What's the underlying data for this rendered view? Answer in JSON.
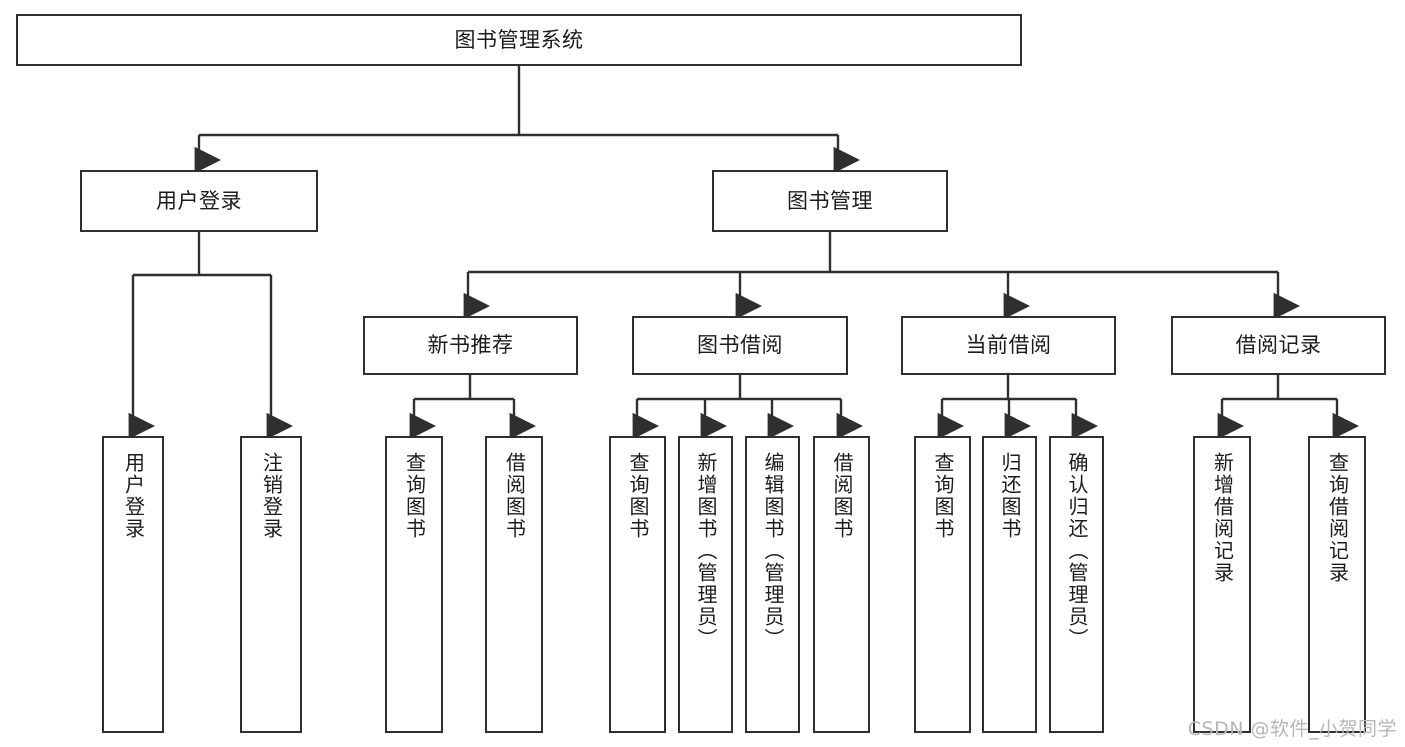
{
  "diagram": {
    "title_node": {
      "id": "root",
      "label": "图书管理系统"
    },
    "level2": [
      {
        "id": "user-login",
        "label": "用户登录"
      },
      {
        "id": "book-management",
        "label": "图书管理"
      }
    ],
    "level3": [
      {
        "id": "new-book-recommend",
        "label": "新书推荐"
      },
      {
        "id": "book-borrow",
        "label": "图书借阅"
      },
      {
        "id": "current-borrow",
        "label": "当前借阅"
      },
      {
        "id": "borrow-record",
        "label": "借阅记录"
      }
    ],
    "leaves": [
      {
        "id": "leaf-user-login",
        "parent": "user-login",
        "label": "用户登录"
      },
      {
        "id": "leaf-logout-login",
        "parent": "user-login",
        "label": "注销登录"
      },
      {
        "id": "leaf-query-book-1",
        "parent": "new-book-recommend",
        "label": "查询图书"
      },
      {
        "id": "leaf-borrow-book-1",
        "parent": "new-book-recommend",
        "label": "借阅图书"
      },
      {
        "id": "leaf-query-book-2",
        "parent": "book-borrow",
        "label": "查询图书"
      },
      {
        "id": "leaf-add-book-admin",
        "parent": "book-borrow",
        "label": "新增图书（管理员）"
      },
      {
        "id": "leaf-edit-book-admin",
        "parent": "book-borrow",
        "label": "编辑图书（管理员）"
      },
      {
        "id": "leaf-borrow-book-2",
        "parent": "book-borrow",
        "label": "借阅图书"
      },
      {
        "id": "leaf-query-book-3",
        "parent": "current-borrow",
        "label": "查询图书"
      },
      {
        "id": "leaf-return-book",
        "parent": "current-borrow",
        "label": "归还图书"
      },
      {
        "id": "leaf-confirm-return-admin",
        "parent": "current-borrow",
        "label": "确认归还（管理员）"
      },
      {
        "id": "leaf-add-borrow-record",
        "parent": "borrow-record",
        "label": "新增借阅记录"
      },
      {
        "id": "leaf-query-borrow-record",
        "parent": "borrow-record",
        "label": "查询借阅记录"
      }
    ],
    "colors": {
      "border": "#2f2f2f",
      "background": "#ffffff",
      "text": "#1c1c1c",
      "connector": "#2f2f2f",
      "watermark": "#b6b6b6"
    }
  },
  "watermark": {
    "text": "CSDN @软件_小贺同学"
  }
}
